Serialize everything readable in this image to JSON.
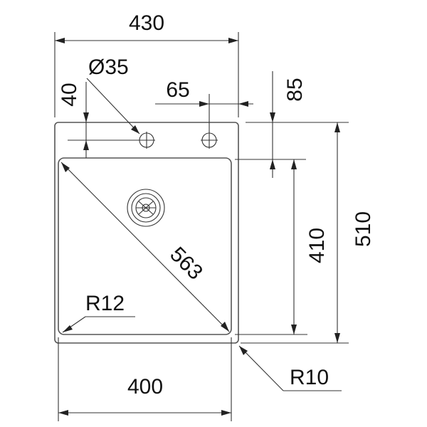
{
  "dimensions": {
    "overall_width": "430",
    "hole_diameter": "Ø35",
    "hole_offset_top": "40",
    "hole_spacing": "65",
    "rim_offset": "85",
    "overall_height": "510",
    "bowl_height": "410",
    "diagonal": "563",
    "bowl_corner_radius": "R12",
    "rim_corner_radius": "R10",
    "bowl_width": "400"
  },
  "colors": {
    "line": "#333333",
    "outline": "#555555",
    "text": "#111111"
  },
  "icons": [
    "tap-hole-icon",
    "drain-strainer-icon"
  ]
}
